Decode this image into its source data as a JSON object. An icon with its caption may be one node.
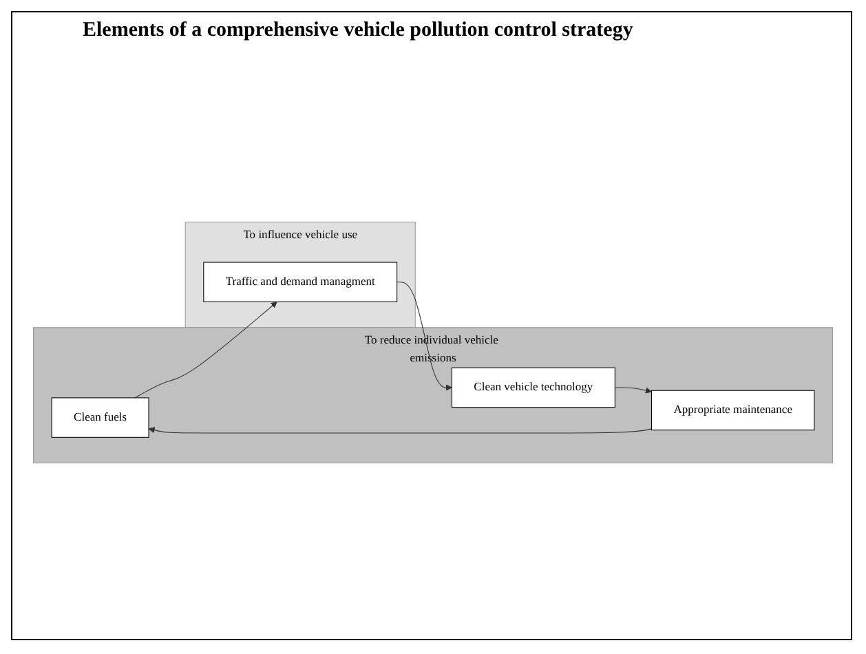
{
  "diagram": {
    "title": "Elements of a comprehensive vehicle pollution control strategy",
    "nodes": [
      {
        "text": [
          "To reduce individual vehicle emissions"
        ]
      },
      {
        "text": [
          "Clean fuels"
        ],
        "in": 0
      },
      {
        "text": [
          "Appropriate maintenance"
        ],
        "in": 0
      },
      {
        "text": [
          "Clean vehicle technology"
        ],
        "in": 0
      },
      {
        "text": [
          "To influence vehicle use"
        ]
      },
      {
        "text": [
          "Traffic and demand managment"
        ],
        "in": 4
      }
    ],
    "edges": [
      {
        "from": 2,
        "to": 1,
        "arrow": "to"
      },
      {
        "from": 1,
        "to": 5,
        "arrow": "to"
      },
      {
        "from": 5,
        "to": 3,
        "arrow": "to"
      },
      {
        "from": 3,
        "to": 2,
        "arrow": "to"
      }
    ]
  }
}
